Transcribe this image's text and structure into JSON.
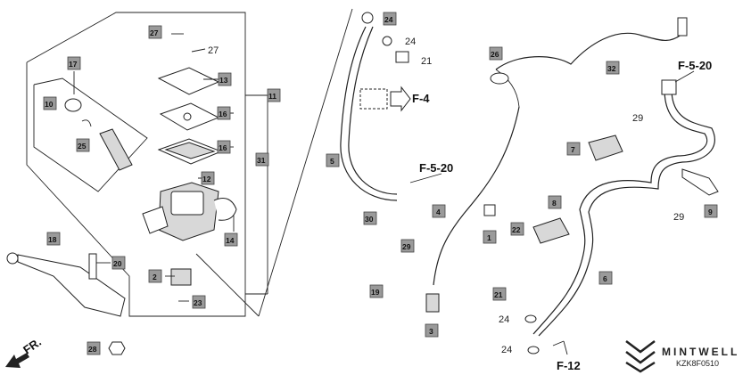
{
  "callouts": {
    "c27a": "27",
    "c27b": "27",
    "c17": "17",
    "c13": "13",
    "c11": "11",
    "c10": "10",
    "c16a": "16",
    "c25": "25",
    "c16b": "16",
    "c31": "31",
    "c12": "12",
    "c14": "14",
    "c18": "18",
    "c20": "20",
    "c2": "2",
    "c23": "23",
    "c28": "28",
    "c24a": "24",
    "c24b": "24",
    "c21a": "21",
    "c5": "5",
    "c30": "30",
    "c29a": "29",
    "c4": "4",
    "c1": "1",
    "c19": "19",
    "c3": "3",
    "c26": "26",
    "c32": "32",
    "c29b": "29",
    "c7": "7",
    "c22": "22",
    "c8": "8",
    "c29c": "29",
    "c9": "9",
    "c6": "6",
    "c21b": "21",
    "c24c": "24",
    "c24d": "24"
  },
  "references": {
    "f4": "F-4",
    "f520a": "F-5-20",
    "f520b": "F-5-20",
    "f12": "F-12",
    "front": "FR."
  },
  "branding": {
    "name": "MINTWELL",
    "code": "KZK8F0510"
  }
}
